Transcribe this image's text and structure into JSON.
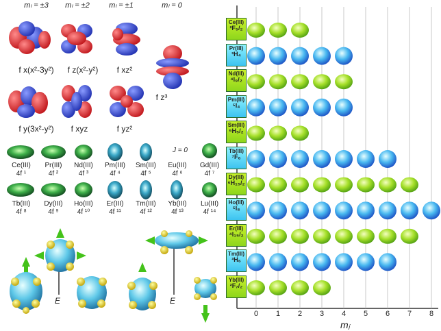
{
  "ml_headers": [
    "mₗ = ±3",
    "mₗ = ±2",
    "mₗ = ±1",
    "mₗ = 0"
  ],
  "orbital_labels_row1": [
    "f x(x²-3y²)",
    "f z(x²-y²)",
    "f xz²",
    "f z³"
  ],
  "orbital_labels_row2": [
    "f y(3x²-y²)",
    "f xyz",
    "f yz²"
  ],
  "j_zero_label": "J = 0",
  "ions_row1": [
    {
      "ion": "Ce(III)",
      "config": "4f ¹"
    },
    {
      "ion": "Pr(III)",
      "config": "4f ²"
    },
    {
      "ion": "Nd(III)",
      "config": "4f ³"
    },
    {
      "ion": "Pm(III)",
      "config": "4f ⁴"
    },
    {
      "ion": "Sm(III)",
      "config": "4f ⁵"
    },
    {
      "ion": "Eu(III)",
      "config": "4f ⁶"
    },
    {
      "ion": "Gd(III)",
      "config": "4f ⁷"
    }
  ],
  "ions_row2": [
    {
      "ion": "Tb(III)",
      "config": "4f ⁸"
    },
    {
      "ion": "Dy(III)",
      "config": "4f ⁹"
    },
    {
      "ion": "Ho(III)",
      "config": "4f ¹⁰"
    },
    {
      "ion": "Er(III)",
      "config": "4f ¹¹"
    },
    {
      "ion": "Tm(III)",
      "config": "4f ¹²"
    },
    {
      "ion": "Yb(III)",
      "config": "4f ¹³"
    },
    {
      "ion": "Lu(III)",
      "config": "4f ¹⁴"
    }
  ],
  "field_label": "E",
  "right_panel": {
    "ions": [
      {
        "ion": "Ce(III)",
        "term": "²F₅/₂",
        "color": "green",
        "count": 3
      },
      {
        "ion": "Pr(III)",
        "term": "³H₄",
        "color": "blue",
        "count": 5
      },
      {
        "ion": "Nd(III)",
        "term": "⁴I₉/₂",
        "color": "green",
        "count": 5
      },
      {
        "ion": "Pm(III)",
        "term": "⁵I₄",
        "color": "blue",
        "count": 5
      },
      {
        "ion": "Sm(III)",
        "term": "⁶H₅/₂",
        "color": "green",
        "count": 3
      },
      {
        "ion": "Tb(III)",
        "term": "⁷F₆",
        "color": "blue",
        "count": 7
      },
      {
        "ion": "Dy(III)",
        "term": "⁶H₁₅/₂",
        "color": "green",
        "count": 8
      },
      {
        "ion": "Ho(III)",
        "term": "⁵I₈",
        "color": "blue",
        "count": 9
      },
      {
        "ion": "Er(III)",
        "term": "⁴I₁₅/₂",
        "color": "green",
        "count": 8
      },
      {
        "ion": "Tm(III)",
        "term": "³H₆",
        "color": "blue",
        "count": 7
      },
      {
        "ion": "Yb(III)",
        "term": "²F₇/₂",
        "color": "green",
        "count": 4
      }
    ],
    "x_ticks": [
      "0",
      "1",
      "2",
      "3",
      "4",
      "5",
      "6",
      "7",
      "8"
    ],
    "x_label": "mⱼ"
  },
  "colors": {
    "orbital_red": "#e8262a",
    "orbital_blue": "#3f55e0",
    "green_sphere": "#9ee02a",
    "blue_sphere": "#3cb8f0",
    "dark_ellipsoid": "#0d5a2a",
    "arrow_green": "#44c21a"
  }
}
